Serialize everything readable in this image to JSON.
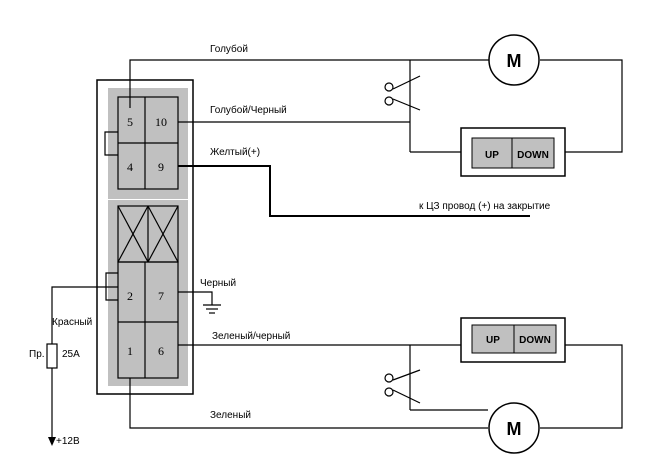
{
  "labels": {
    "wire_blue": "Голубой",
    "wire_blue_black": "Голубой/Черный",
    "wire_yellow": "Желтый(+)",
    "cz_note": "к ЦЗ провод (+) на закрытие",
    "wire_black": "Черный",
    "wire_green_black": "Зеленый/черный",
    "wire_green": "Зеленый",
    "wire_red": "Красный",
    "fuse_prefix": "Пр.",
    "fuse_rating": "25А",
    "supply": "+12В"
  },
  "connector_pins": {
    "p5": "5",
    "p10": "10",
    "p4": "4",
    "p9": "9",
    "p2": "2",
    "p7": "7",
    "p1": "1",
    "p6": "6"
  },
  "switch_top": {
    "up": "UP",
    "down": "DOWN"
  },
  "switch_bottom": {
    "up": "UP",
    "down": "DOWN"
  },
  "motor_top": {
    "label": "M"
  },
  "motor_bottom": {
    "label": "M"
  },
  "colors": {
    "connector_fill": "#c0c0c0",
    "button_fill": "#c0c0c0",
    "wire": "#000000"
  }
}
